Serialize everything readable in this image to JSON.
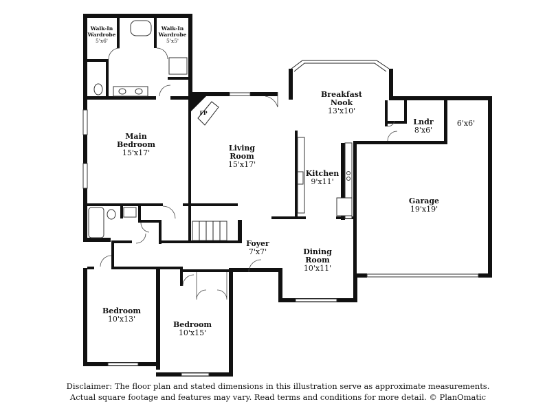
{
  "rooms": {
    "walkin1": {
      "name": "Walk-In",
      "name2": "Wardrobe",
      "size": "5'x6'"
    },
    "walkin2": {
      "name": "Walk-In",
      "name2": "Wardrobe",
      "size": "5'x5'"
    },
    "main_bedroom": {
      "name": "Main",
      "name2": "Bedroom",
      "size": "15'x17'"
    },
    "living": {
      "name": "Living",
      "name2": "Room",
      "size": "15'x17'"
    },
    "fireplace": {
      "name": "FP"
    },
    "breakfast": {
      "name": "Breakfast",
      "name2": "Nook",
      "size": "13'x10'"
    },
    "laundry": {
      "name": "Lndr",
      "size": "8'x6'"
    },
    "storage": {
      "size": "6'x6'"
    },
    "kitchen": {
      "name": "Kitchen",
      "size": "9'x11'"
    },
    "garage": {
      "name": "Garage",
      "size": "19'x19'"
    },
    "foyer": {
      "name": "Foyer",
      "size": "7'x7'"
    },
    "dining": {
      "name": "Dining",
      "name2": "Room",
      "size": "10'x11'"
    },
    "bedroom1": {
      "name": "Bedroom",
      "size": "10'x13'"
    },
    "bedroom2": {
      "name": "Bedroom",
      "size": "10'x15'"
    }
  },
  "disclaimer": {
    "line1": "Disclaimer: The floor plan and stated dimensions in this illustration serve as approximate measurements.",
    "line2": "Actual square footage and features may vary. Read terms and conditions for more detail. © PlanOmatic"
  }
}
